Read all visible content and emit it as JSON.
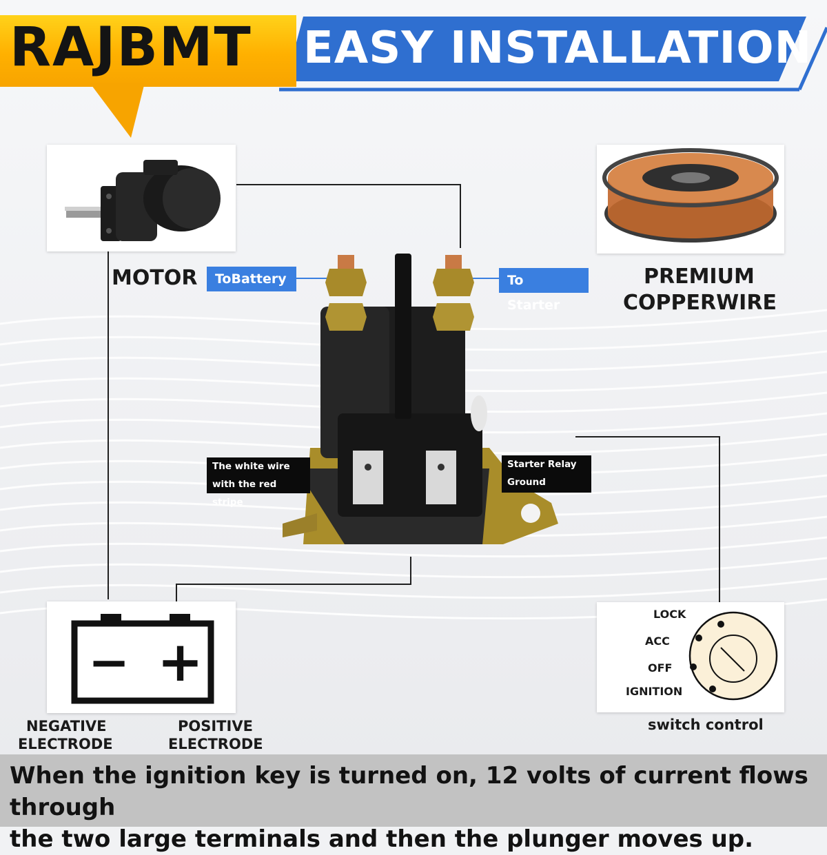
{
  "header": {
    "brand": "RAJBMT",
    "title": "EASY INSTALLATION",
    "brand_color": "#ffb000",
    "title_color": "#2f6fd0"
  },
  "components": {
    "motor": {
      "label": "MOTOR",
      "icon": "motor-icon"
    },
    "copper": {
      "label_line1": "PREMIUM",
      "label_line2": "COPPERWIRE",
      "icon": "copper-wire-spool-icon"
    },
    "solenoid": {
      "icon": "starter-solenoid-icon"
    },
    "battery": {
      "icon": "battery-icon",
      "negative_sign": "−",
      "positive_sign": "+"
    },
    "switch": {
      "caption": "switch control",
      "icon": "ignition-switch-icon",
      "positions": [
        "LOCK",
        "ACC",
        "OFF",
        "IGNITION"
      ]
    }
  },
  "terminals": {
    "to_battery": "ToBattery",
    "to_starter": "To Starter",
    "left_spade_line1": "The white wire",
    "left_spade_line2": "with the red stripe",
    "right_spade_line1": "Starter Relay",
    "right_spade_line2": "Ground"
  },
  "electrodes": {
    "negative_line1": "NEGATIVE",
    "negative_line2": "ELECTRODE",
    "positive_line1": "POSITIVE",
    "positive_line2": "ELECTRODE"
  },
  "footer": {
    "line1": "When the ignition key is turned on, 12 volts of current flows through",
    "line2": "the two large terminals and then the plunger moves up."
  }
}
